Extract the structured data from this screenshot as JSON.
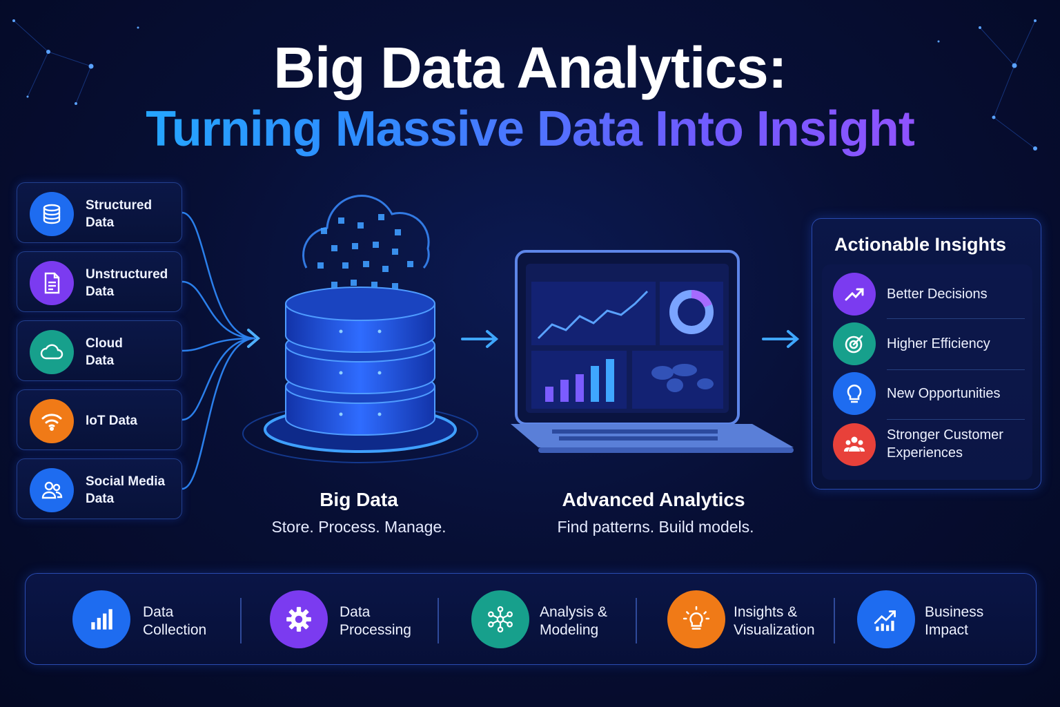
{
  "title": {
    "line1": "Big Data Analytics:",
    "line2": "Turning Massive Data Into Insight"
  },
  "sources": [
    {
      "label_line1": "Structured",
      "label_line2": "Data",
      "icon": "database-icon",
      "color": "#1e6cf0"
    },
    {
      "label_line1": "Unstructured",
      "label_line2": "Data",
      "icon": "document-icon",
      "color": "#7b3bf0"
    },
    {
      "label_line1": "Cloud",
      "label_line2": "Data",
      "icon": "cloud-icon",
      "color": "#17a08c"
    },
    {
      "label_line1": "IoT Data",
      "label_line2": "",
      "icon": "wifi-icon",
      "color": "#f07a17"
    },
    {
      "label_line1": "Social Media",
      "label_line2": "Data",
      "icon": "users-icon",
      "color": "#1e6cf0"
    }
  ],
  "big_data": {
    "title": "Big Data",
    "subtitle": "Store. Process. Manage."
  },
  "analytics": {
    "title": "Advanced Analytics",
    "subtitle": "Find patterns. Build models."
  },
  "insights": {
    "title": "Actionable Insights",
    "items": [
      {
        "label_line1": "Better Decisions",
        "label_line2": "",
        "icon": "trend-up-icon",
        "color": "#7b3bf0"
      },
      {
        "label_line1": "Higher Efficiency",
        "label_line2": "",
        "icon": "target-icon",
        "color": "#17a08c"
      },
      {
        "label_line1": "New Opportunities",
        "label_line2": "",
        "icon": "lightbulb-icon",
        "color": "#1e6cf0"
      },
      {
        "label_line1": "Stronger Customer",
        "label_line2": "Experiences",
        "icon": "group-icon",
        "color": "#e8413a"
      }
    ]
  },
  "process": [
    {
      "label_line1": "Data",
      "label_line2": "Collection",
      "icon": "bar-chart-icon",
      "color": "#1e6cf0"
    },
    {
      "label_line1": "Data",
      "label_line2": "Processing",
      "icon": "gear-icon",
      "color": "#7b3bf0"
    },
    {
      "label_line1": "Analysis &",
      "label_line2": "Modeling",
      "icon": "network-icon",
      "color": "#17a08c"
    },
    {
      "label_line1": "Insights &",
      "label_line2": "Visualization",
      "icon": "lightbulb-icon",
      "color": "#f07a17"
    },
    {
      "label_line1": "Business",
      "label_line2": "Impact",
      "icon": "growth-chart-icon",
      "color": "#1e6cf0"
    }
  ]
}
